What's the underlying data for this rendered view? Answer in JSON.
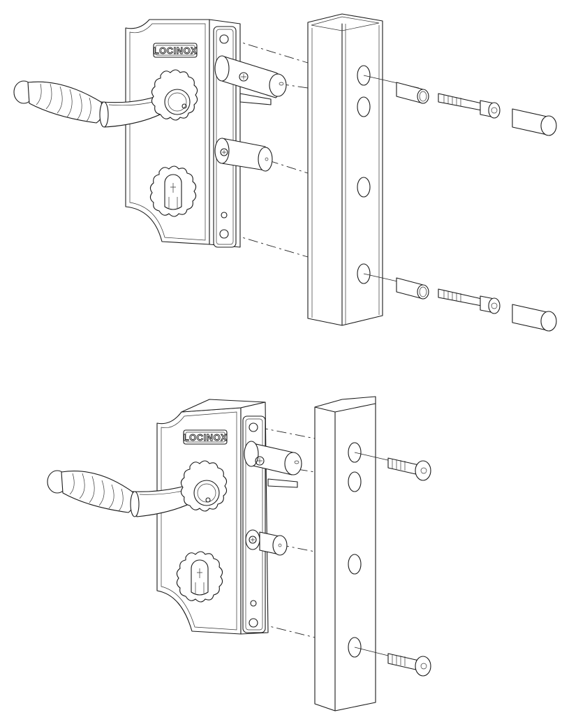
{
  "diagram": {
    "type": "exploded-assembly-drawing",
    "brand_label": "LOCINOX",
    "views": [
      {
        "id": "top",
        "description": "Lock with lever handle mounted on square tube post using sleeves, bolts and end caps",
        "post_type": "square-tube",
        "fasteners": [
          {
            "part": "spacer-sleeve"
          },
          {
            "part": "socket-head-bolt"
          },
          {
            "part": "end-cap"
          }
        ],
        "fastener_rows": 2
      },
      {
        "id": "bottom",
        "description": "Lock with lever handle mounted on solid rectangular post using countersunk screws",
        "post_type": "solid-rectangular",
        "fasteners": [
          {
            "part": "countersunk-screw"
          }
        ],
        "fastener_rows": 2
      }
    ],
    "components": [
      "lever-handle",
      "rosette",
      "cylinder-escutcheon",
      "lock-case",
      "faceplate",
      "latch-bolt",
      "dead-bolt",
      "mounting-post"
    ],
    "colors": {
      "line": "#1a1a1a",
      "background": "#ffffff"
    }
  }
}
